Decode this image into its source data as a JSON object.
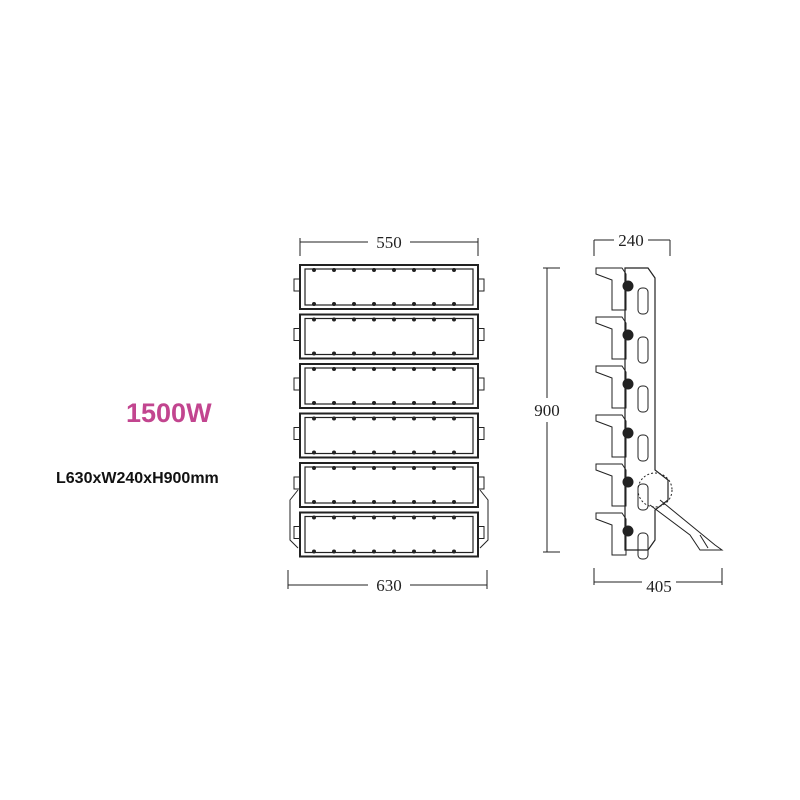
{
  "product": {
    "power": "1500W",
    "size": "L630xW240xH900mm",
    "accent_color": "#c2458f"
  },
  "dimensions": {
    "front_width_top": "550",
    "front_width_bottom": "630",
    "height": "900",
    "side_depth_top": "240",
    "side_depth_bottom": "405"
  },
  "module_count": 6
}
